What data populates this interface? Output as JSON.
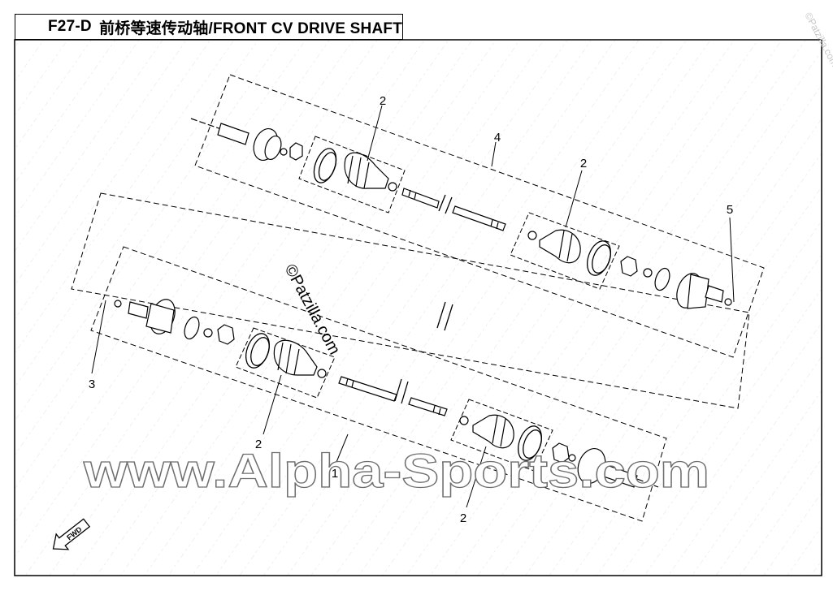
{
  "header": {
    "code": "F27-D",
    "title": "前桥等速传动轴/FRONT CV DRIVE SHAFT"
  },
  "callouts": {
    "c1": "1",
    "c2a": "2",
    "c2b": "2",
    "c2c": "2",
    "c2d": "2",
    "c3": "3",
    "c4": "4",
    "c5": "5"
  },
  "watermark": {
    "main": "www.Alpha-Sports.com",
    "patzilla": "©Patzilla.com",
    "patzilla_small": "©Patzilla.com"
  },
  "fwd_label": "FWD",
  "colors": {
    "line": "#000000",
    "watermark_fill": "#ffffff",
    "watermark_stroke": "#6e6e6e",
    "hatch": "#d9d9d9"
  }
}
